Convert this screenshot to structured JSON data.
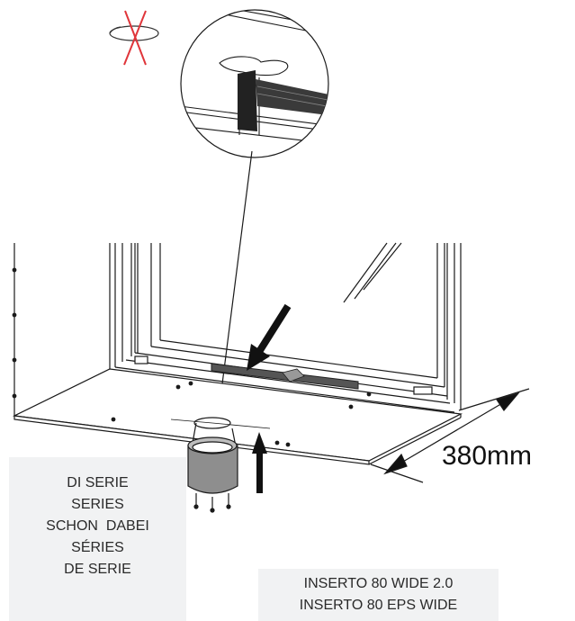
{
  "dimension": {
    "label": "380mm"
  },
  "standard_box": {
    "lines": [
      "DI SERIE",
      "SERIES",
      "SCHON  DABEI",
      "SÉRIES",
      "DE SERIE"
    ]
  },
  "model_box": {
    "lines": [
      "INSERTO 80 WIDE 2.0",
      "INSERTO 80 EPS WIDE"
    ]
  },
  "colors": {
    "line": "#1a1a1a",
    "cross": "#e0353a",
    "panel": "#f1f2f3",
    "arrow": "#111111"
  },
  "icons": [
    "crossed-out-rotation-icon",
    "detail-magnifier-circle",
    "pointing-arrow-icon",
    "upward-arrow-icon",
    "dimension-arrow-icon"
  ]
}
